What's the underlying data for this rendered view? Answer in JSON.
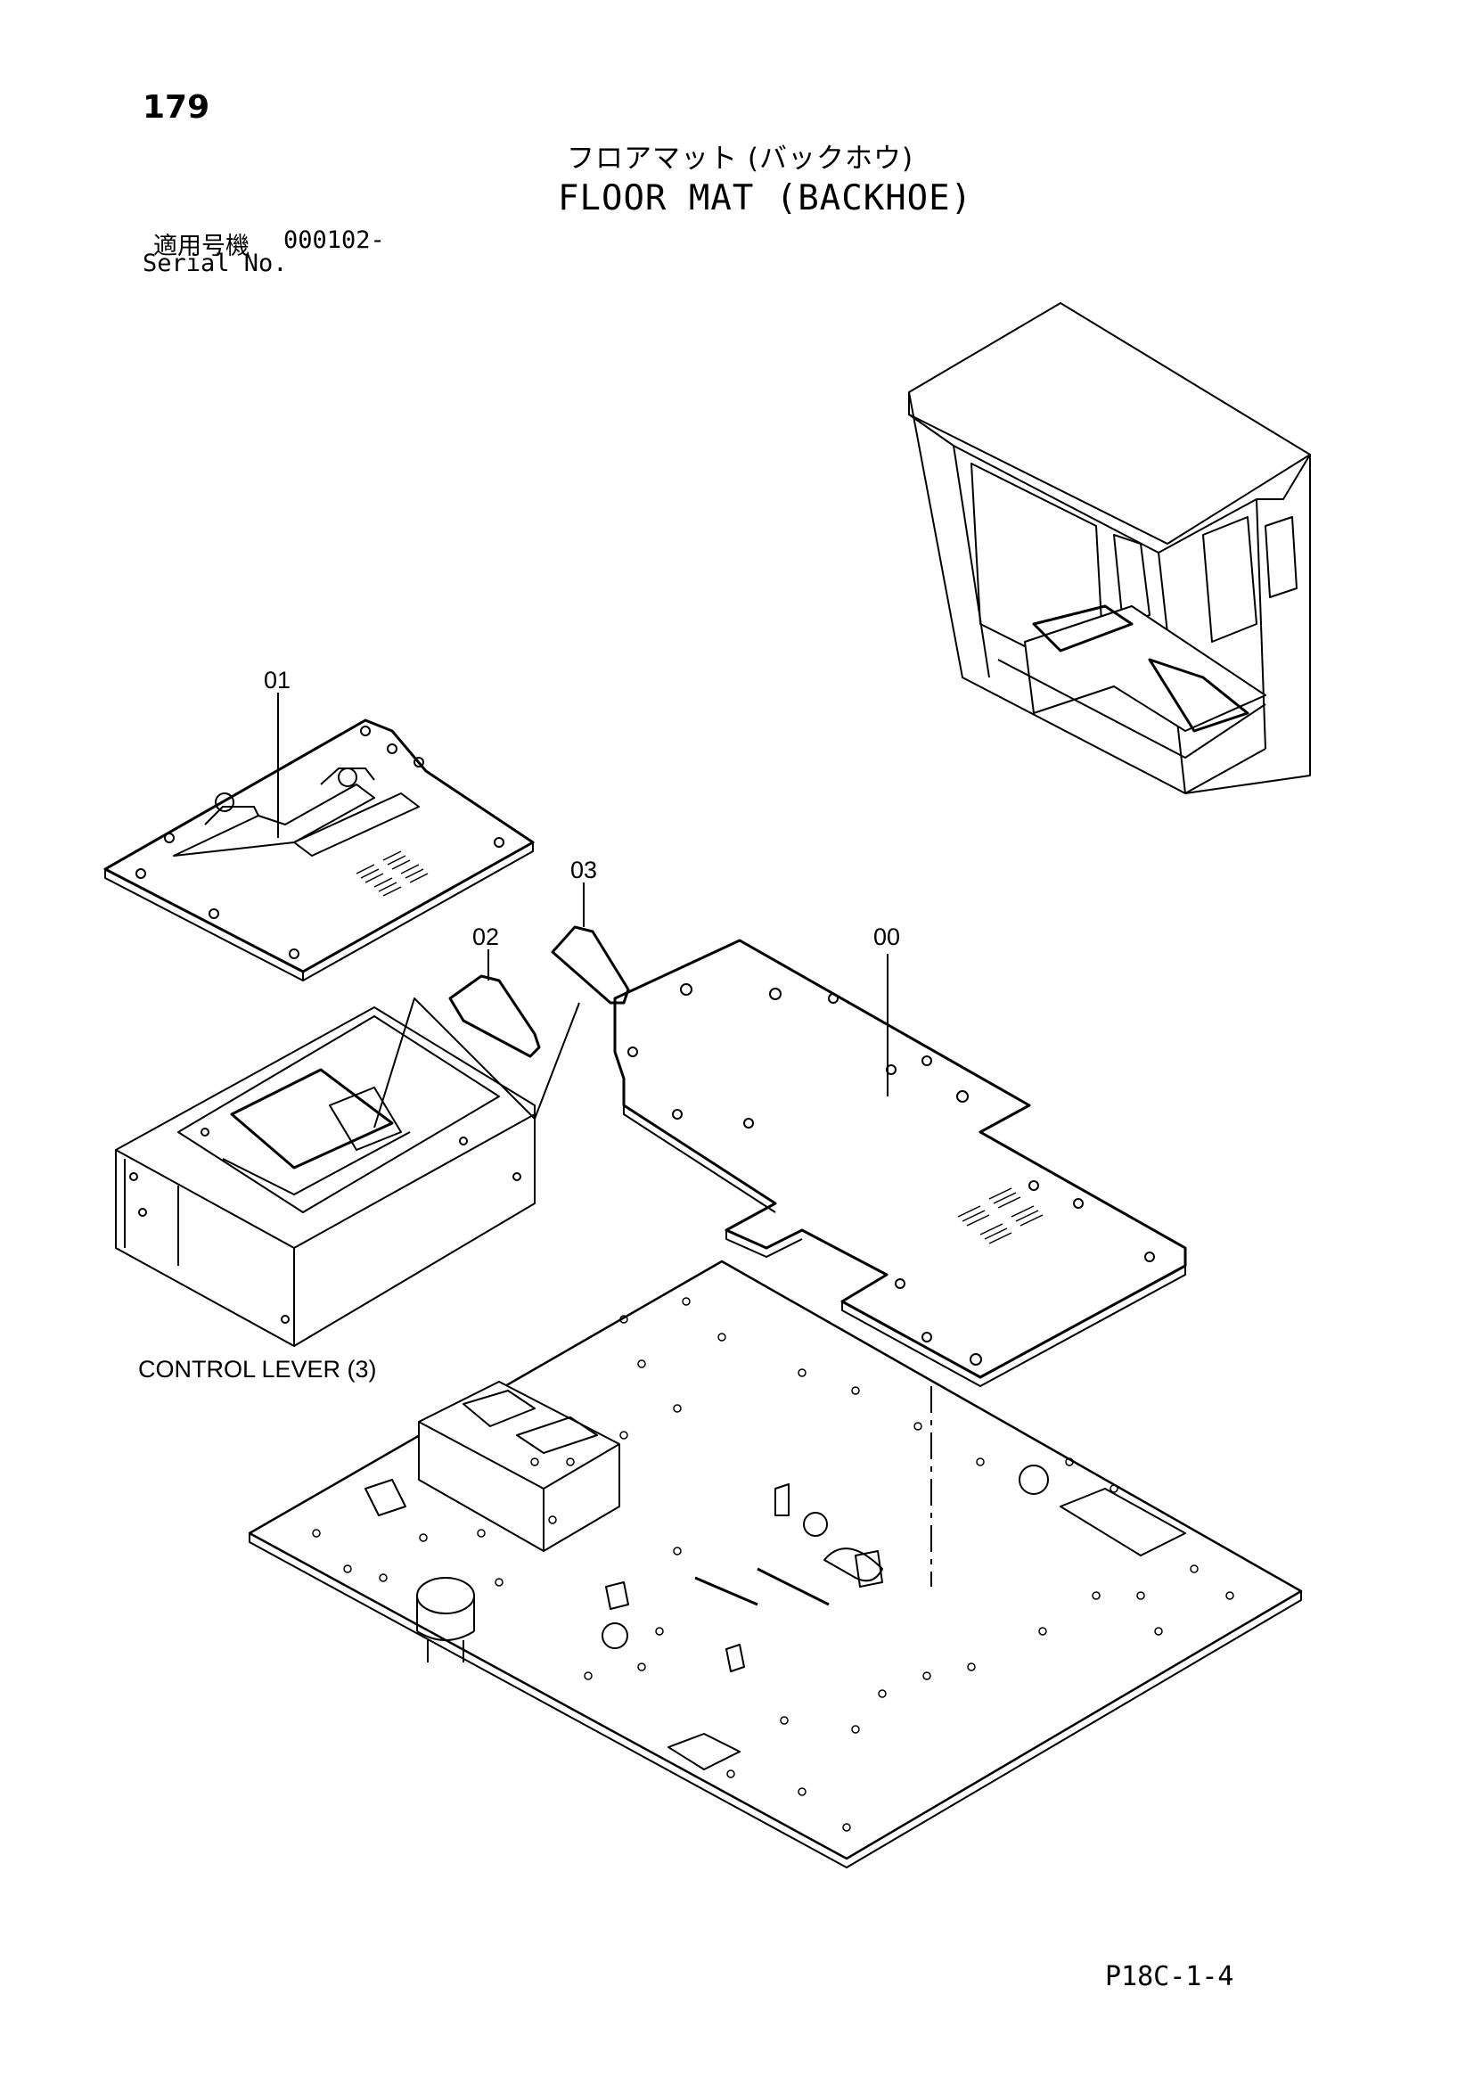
{
  "header": {
    "page_number": "179",
    "title_jp": "フロアマット (バックホウ)",
    "title_en": "FLOOR MAT (BACKHOE)",
    "serial_label_jp": "適用号機",
    "serial_value": "000102-",
    "serial_label_en": "Serial No."
  },
  "callouts": {
    "part_00": "00",
    "part_01": "01",
    "part_02": "02",
    "part_03": "03",
    "control_lever_ref": "CONTROL LEVER (3)"
  },
  "footer": {
    "code": "P18C-1-4"
  }
}
